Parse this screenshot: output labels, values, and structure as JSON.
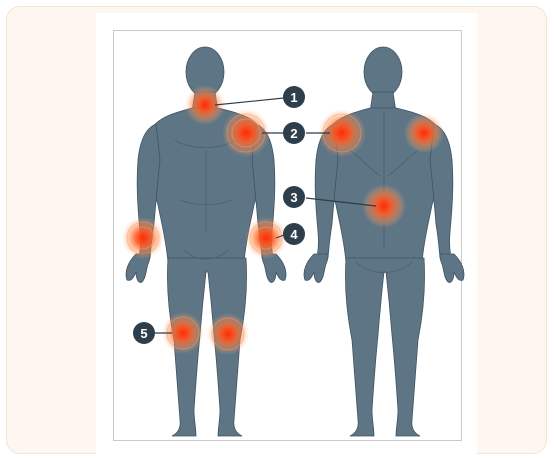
{
  "colors": {
    "card_background": "#fdf7ef",
    "body_silhouette": "#5e7585",
    "body_outline": "#3f5462",
    "pain_core": "#ff3a12",
    "pain_glow": "#ff7a3d",
    "marker_fill": "#2e3e4a",
    "leader_line": "#2e3e4a"
  },
  "markers": [
    {
      "label": "1"
    },
    {
      "label": "2"
    },
    {
      "label": "3"
    },
    {
      "label": "4"
    },
    {
      "label": "5"
    }
  ],
  "icons": {
    "figure_front": "body-front-icon",
    "figure_back": "body-back-icon"
  }
}
